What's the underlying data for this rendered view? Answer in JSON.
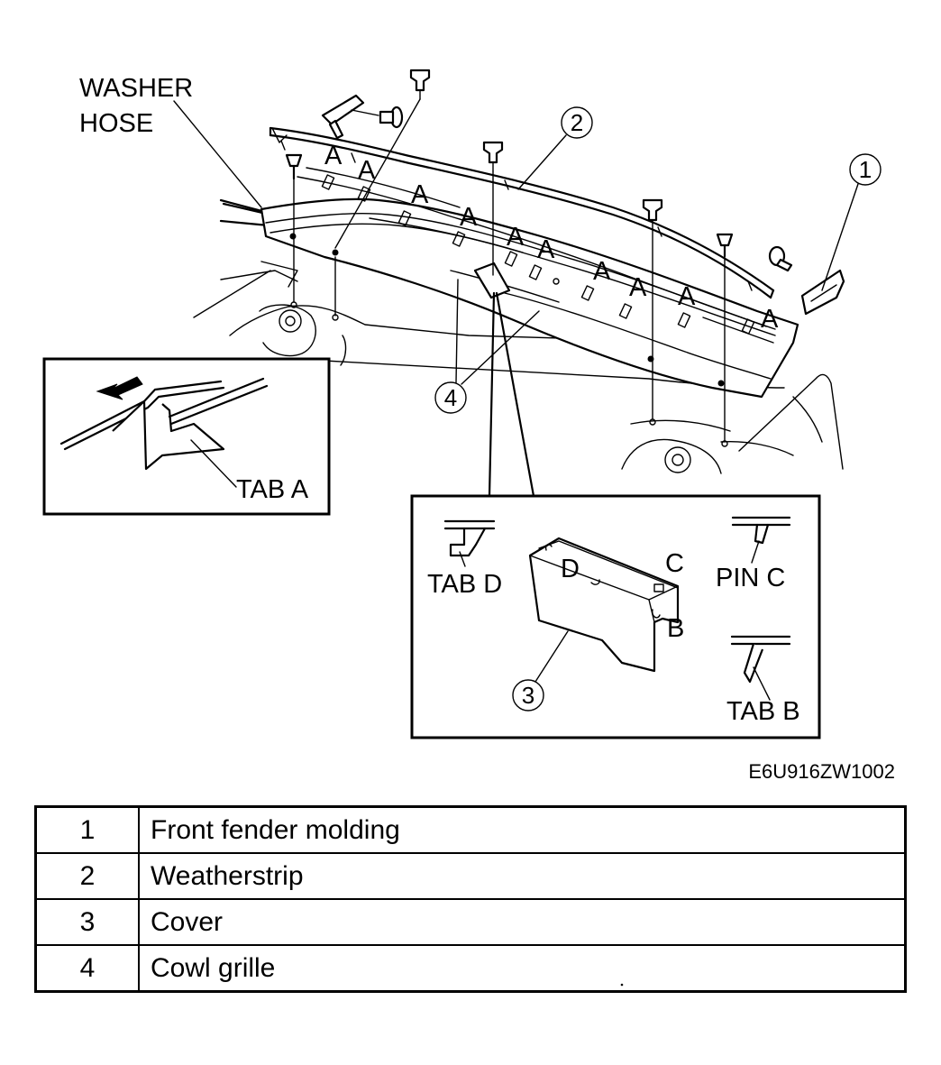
{
  "labels": {
    "washer_hose_line1": "WASHER",
    "washer_hose_line2": "HOSE",
    "tab_letter": "A",
    "tab_a": "TAB A",
    "tab_b": "TAB B",
    "tab_d": "TAB D",
    "pin_c": "PIN C",
    "point_b": "B",
    "point_c": "C",
    "point_d": "D",
    "callout_1": "1",
    "callout_2": "2",
    "callout_3": "3",
    "callout_4": "4",
    "reference_code": "E6U916ZW1002"
  },
  "parts": [
    {
      "number": "1",
      "name": "Front fender molding"
    },
    {
      "number": "2",
      "name": "Weatherstrip"
    },
    {
      "number": "3",
      "name": "Cover"
    },
    {
      "number": "4",
      "name": "Cowl grille"
    }
  ]
}
